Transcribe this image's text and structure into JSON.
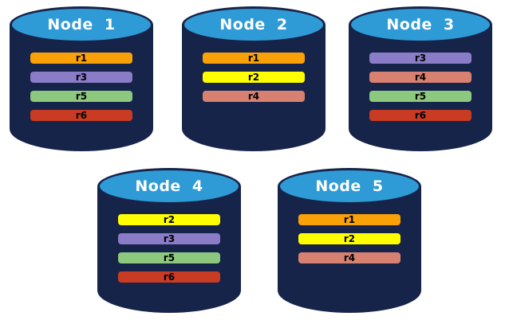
{
  "diagram": {
    "description": "Five database nodes with replicated partitions",
    "background": "#ffffff",
    "cylinder": {
      "body_color": "#17244A",
      "top_color": "#2E9BD6",
      "title_color": "#ffffff"
    },
    "replica_colors": {
      "r1": "#FBA108",
      "r2": "#FFFF00",
      "r3": "#8A7CC6",
      "r4": "#D98170",
      "r5": "#8CC87E",
      "r6": "#C93B22"
    },
    "nodes": [
      {
        "label": "Node 1",
        "replicas": [
          {
            "name": "r1"
          },
          {
            "name": "r3"
          },
          {
            "name": "r5"
          },
          {
            "name": "r6"
          }
        ]
      },
      {
        "label": "Node 2",
        "replicas": [
          {
            "name": "r1"
          },
          {
            "name": "r2"
          },
          {
            "name": "r4"
          }
        ]
      },
      {
        "label": "Node 3",
        "replicas": [
          {
            "name": "r3"
          },
          {
            "name": "r4"
          },
          {
            "name": "r5"
          },
          {
            "name": "r6"
          }
        ]
      },
      {
        "label": "Node 4",
        "replicas": [
          {
            "name": "r2"
          },
          {
            "name": "r3"
          },
          {
            "name": "r5"
          },
          {
            "name": "r6"
          }
        ]
      },
      {
        "label": "Node 5",
        "replicas": [
          {
            "name": "r1"
          },
          {
            "name": "r2"
          },
          {
            "name": "r4"
          }
        ]
      }
    ]
  }
}
